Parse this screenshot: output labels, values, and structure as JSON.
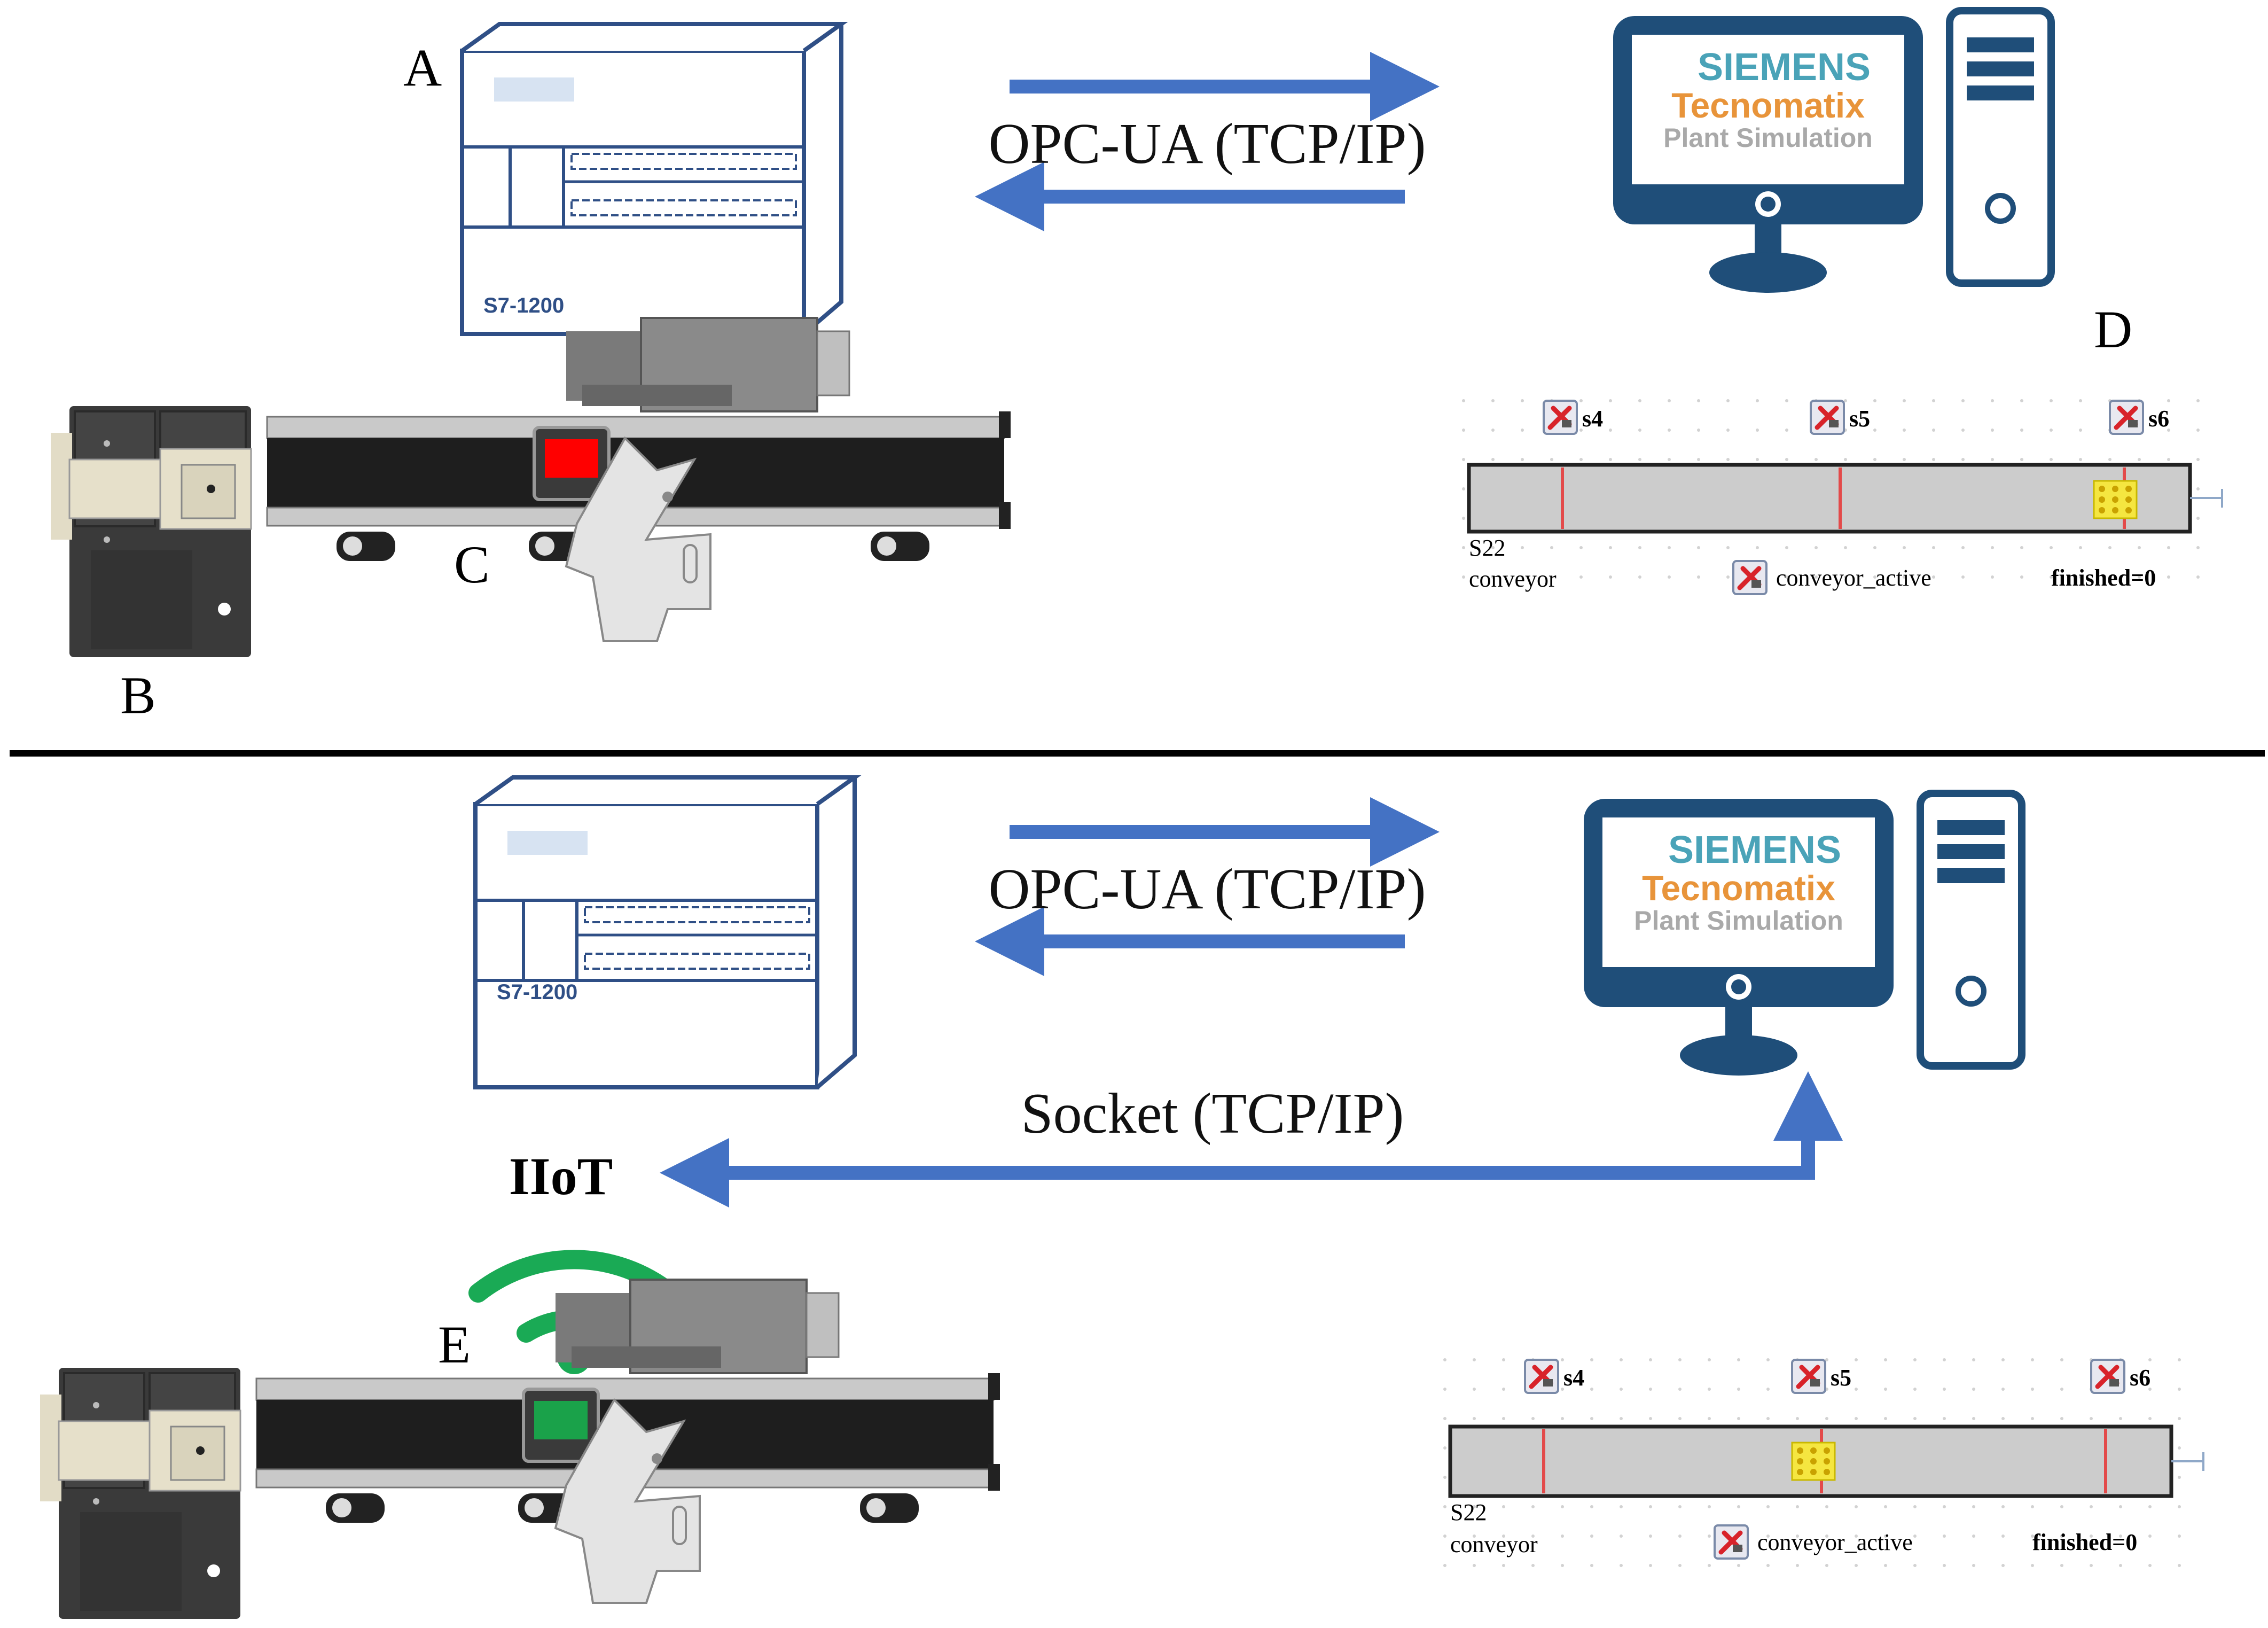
{
  "colors": {
    "arrow": "#4472c4",
    "plc_outline": "#2f4f86",
    "monitor": "#1f4e79",
    "siemens_teal": "#4aa3b8",
    "tecnomatix_orange": "#e8943a",
    "plant_sim_grey": "#a9a9a9",
    "indicator_red": "#ff0000",
    "indicator_green": "#1aa24a",
    "wifi_green": "#1aaa55",
    "conveyor_grey": "#cccccc",
    "sensor_line": "#e34a4a",
    "part_yellow": "#f5e640"
  },
  "top": {
    "labels": {
      "a": "A",
      "b": "B",
      "c": "C",
      "d": "D"
    },
    "plc_model": "S7-1200",
    "protocol": "OPC-UA (TCP/IP)",
    "software": {
      "brand": "SIEMENS",
      "product": "Tecnomatix",
      "subtitle": "Plant Simulation"
    },
    "simulation": {
      "sensors": [
        "s4",
        "s5",
        "s6"
      ],
      "id": "S22",
      "name": "conveyor",
      "active_label": "conveyor_active",
      "status": "finished=0"
    },
    "indicator": "red"
  },
  "bottom": {
    "labels": {
      "e": "E",
      "iiot": "IIoT"
    },
    "plc_model": "S7-1200",
    "protocol": "OPC-UA (TCP/IP)",
    "socket_protocol": "Socket (TCP/IP)",
    "software": {
      "brand": "SIEMENS",
      "product": "Tecnomatix",
      "subtitle": "Plant Simulation"
    },
    "simulation": {
      "sensors": [
        "s4",
        "s5",
        "s6"
      ],
      "id": "S22",
      "name": "conveyor",
      "active_label": "conveyor_active",
      "status": "finished=0"
    },
    "indicator": "green"
  }
}
